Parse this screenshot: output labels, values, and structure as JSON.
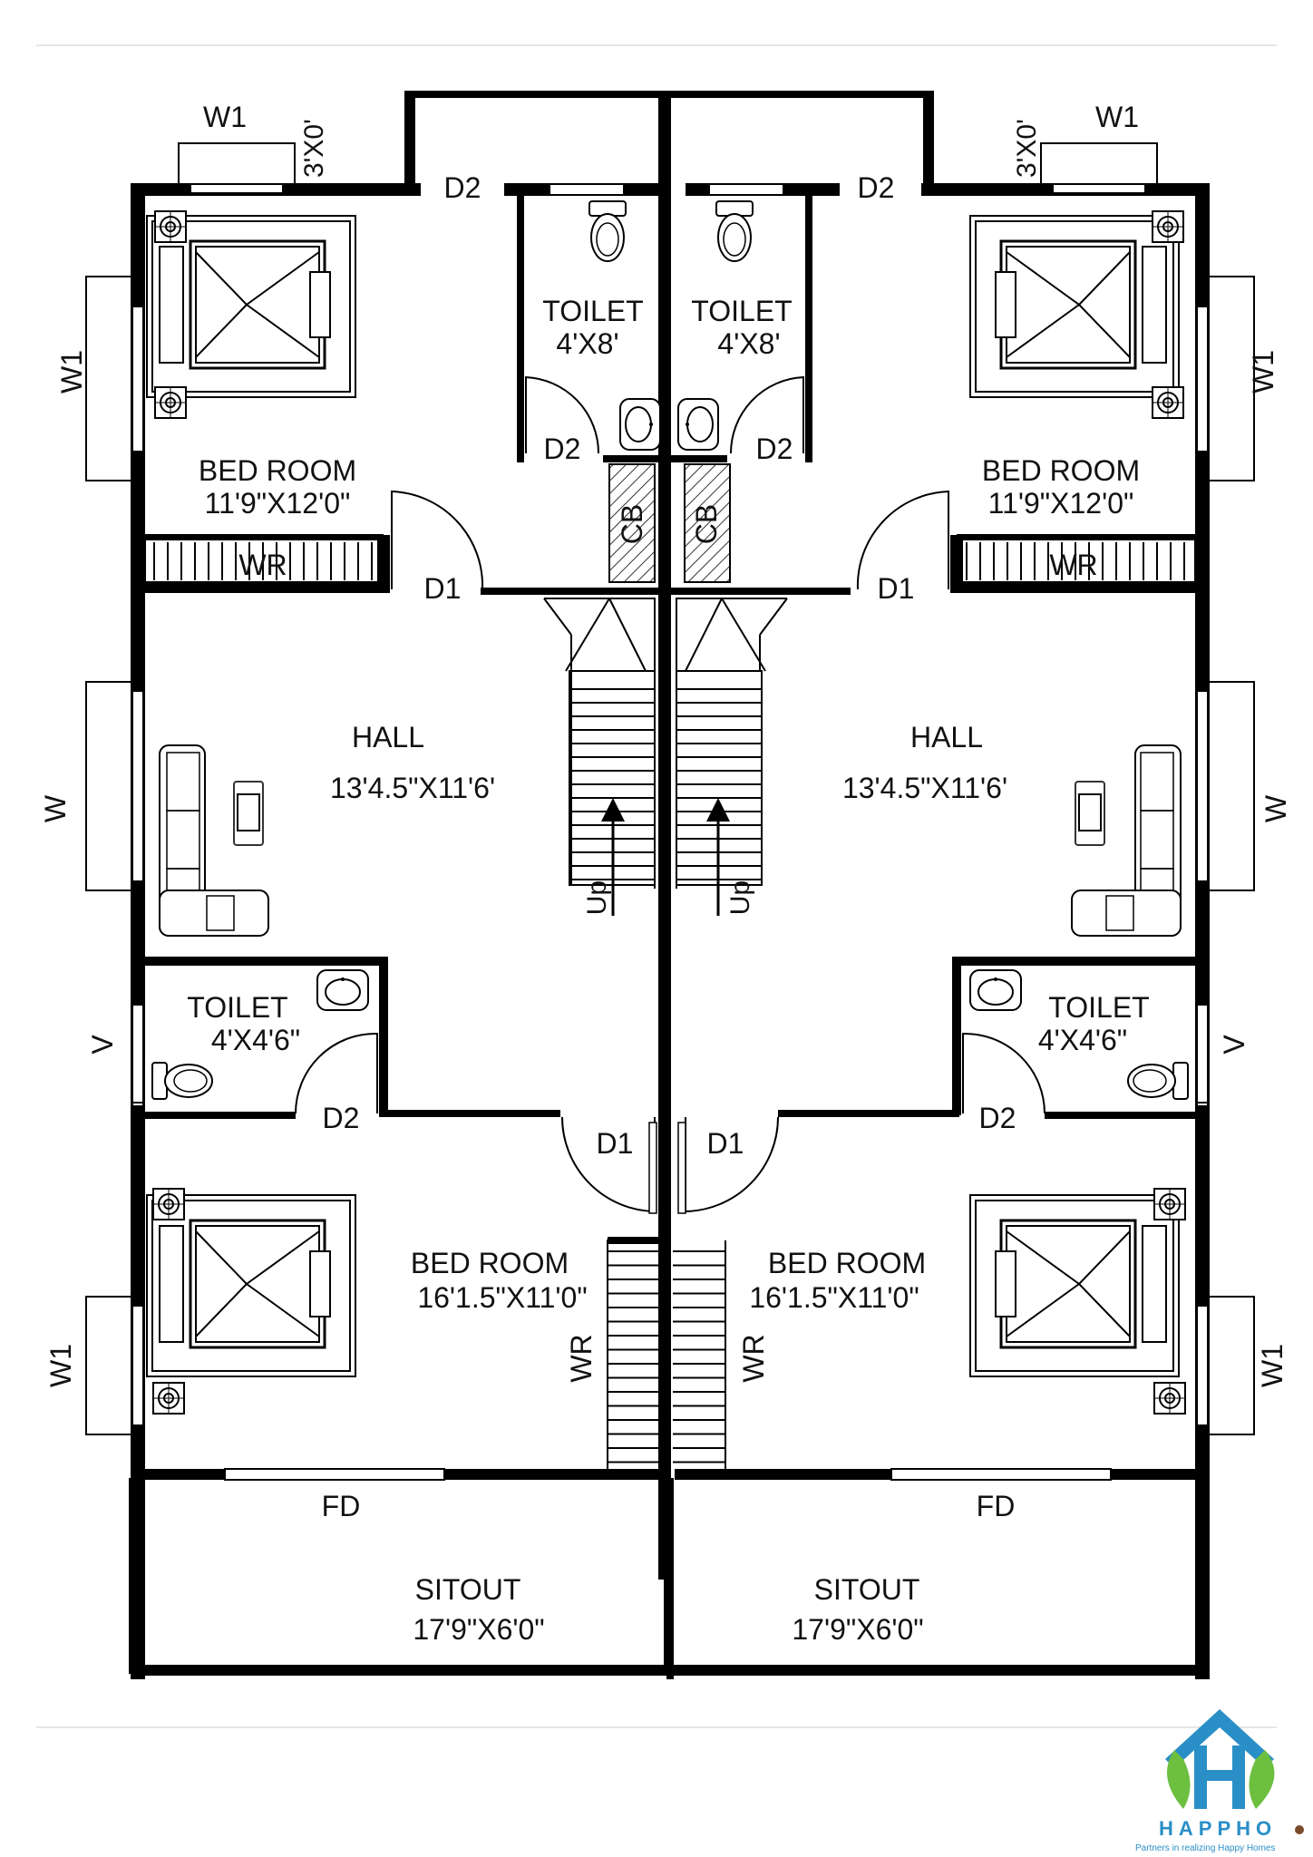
{
  "unit_left": {
    "top_window": "W1",
    "top_window_size": "3'X0'",
    "top_door": "D2",
    "bedroom_top": {
      "name": "BED ROOM",
      "size": "11'9\"X12'0\""
    },
    "toilet_top": {
      "name": "TOILET",
      "size": "4'X8'"
    },
    "toilet_top_door": "D2",
    "cupboard": "CB",
    "wardrobe_top": "WR",
    "bedroom_top_door": "D1",
    "side_window_top": "W1",
    "hall": {
      "name": "HALL",
      "size": "13'4.5\"X11'6'"
    },
    "hall_window": "W",
    "stair_label": "Up",
    "toilet_mid": {
      "name": "TOILET",
      "size": "4'X4'6\""
    },
    "toilet_mid_window": "V",
    "toilet_mid_door": "D2",
    "bedroom_bottom_door": "D1",
    "bedroom_bottom": {
      "name": "BED ROOM",
      "size": "16'1.5\"X11'0\""
    },
    "wardrobe_bottom": "WR",
    "side_window_bottom": "W1",
    "front_door": "FD",
    "sitout": {
      "name": "SITOUT",
      "size": "17'9\"X6'0\""
    }
  },
  "unit_right": {
    "top_window": "W1",
    "top_window_size": "3'X0'",
    "top_door": "D2",
    "bedroom_top": {
      "name": "BED ROOM",
      "size": "11'9\"X12'0\""
    },
    "toilet_top": {
      "name": "TOILET",
      "size": "4'X8'"
    },
    "toilet_top_door": "D2",
    "cupboard": "CB",
    "wardrobe_top": "WR",
    "bedroom_top_door": "D1",
    "side_window_top": "W1",
    "hall": {
      "name": "HALL",
      "size": "13'4.5\"X11'6'"
    },
    "hall_window": "W",
    "stair_label": "Up",
    "toilet_mid": {
      "name": "TOILET",
      "size": "4'X4'6\""
    },
    "toilet_mid_window": "V",
    "toilet_mid_door": "D2",
    "bedroom_bottom_door": "D1",
    "bedroom_bottom": {
      "name": "BED ROOM",
      "size": "16'1.5\"X11'0\""
    },
    "wardrobe_bottom": "WR",
    "side_window_bottom": "W1",
    "front_door": "FD",
    "sitout": {
      "name": "SITOUT",
      "size": "17'9\"X6'0\""
    }
  },
  "brand": {
    "name": "HAPPHO",
    "tagline": "Partners in realizing Happy Homes",
    "colors": {
      "blue": "#2a8fc7",
      "green": "#6cbf3f"
    }
  }
}
